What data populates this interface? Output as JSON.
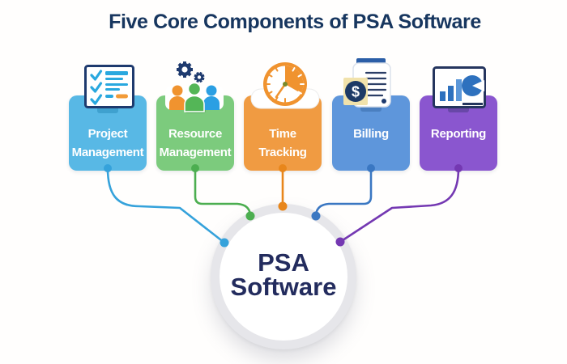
{
  "title": {
    "text": "Five Core Components of PSA Software",
    "color": "#17365F"
  },
  "background": "#FFFEFD",
  "center_node": {
    "line1": "PSA",
    "line2": "Software",
    "text_color": "#232C5E",
    "ring_color": "#E6E6EA",
    "fill": "#FFFFFF"
  },
  "label_text_color": "#FFFFFF",
  "components": [
    {
      "name": "Project Management",
      "label_lines": [
        "Project",
        "Management"
      ],
      "box_color": "#58B8E5",
      "tab_color": "#3FA1CF",
      "line_color": "#35A2DB",
      "icon": "checklist-icon"
    },
    {
      "name": "Resource Management",
      "label_lines": [
        "Resource",
        "Management"
      ],
      "box_color": "#7CCB7D",
      "tab_color": "#5FB262",
      "line_color": "#4CAE50",
      "icon": "team-gears-icon"
    },
    {
      "name": "Time Tracking",
      "label_lines": [
        "Time",
        "Tracking"
      ],
      "box_color": "#F09B42",
      "tab_color": "#E8861B",
      "line_color": "#E8861B",
      "icon": "clock-icon"
    },
    {
      "name": "Billing",
      "label_lines": [
        "Billing"
      ],
      "box_color": "#5E96DB",
      "tab_color": "#4A7FC0",
      "line_color": "#3A77C2",
      "icon": "invoice-dollar-icon"
    },
    {
      "name": "Reporting",
      "label_lines": [
        "Reporting"
      ],
      "box_color": "#8A56CF",
      "tab_color": "#6847A8",
      "line_color": "#7438B2",
      "icon": "bar-pie-chart-icon"
    }
  ]
}
